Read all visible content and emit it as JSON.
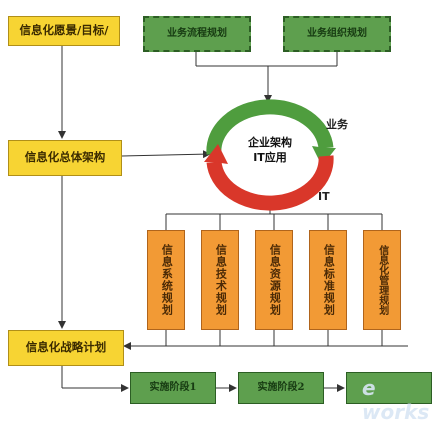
{
  "vision_box": "信息化愿景/目标/",
  "architecture_box": "信息化总体架构",
  "strategy_box": "信息化战略计划",
  "business_process_box": "业务流程规划",
  "business_org_box": "业务组织规划",
  "cycle": {
    "line1": "企业架构",
    "line2": "IT应用",
    "business_label": "业务",
    "it_label": "IT"
  },
  "planning_boxes": [
    "信息系统规划",
    "信息技术规划",
    "信息资源规划",
    "信息标准规划",
    "信息化管理规划"
  ],
  "phase_boxes": [
    "实施阶段1",
    "实施阶段2"
  ],
  "watermark": "e works",
  "colors": {
    "yellow": "#f7d433",
    "green": "#5e9f4e",
    "orange": "#f29a35",
    "cycle_green": "#4f9d3e",
    "cycle_red": "#d9372a"
  }
}
